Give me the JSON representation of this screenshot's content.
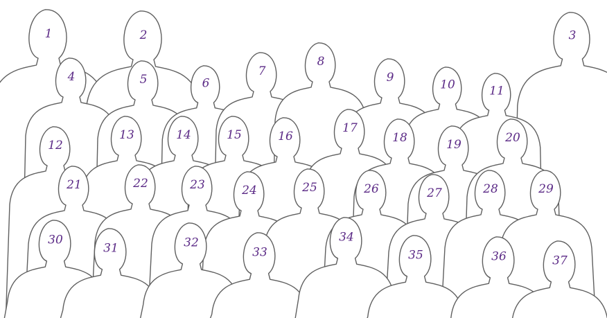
{
  "sketch": {
    "title": "",
    "ink_color": "#5b2a86",
    "line_color": "#5f5f5f",
    "figures": [
      {
        "label": "1",
        "row": "back"
      },
      {
        "label": "2",
        "row": "back"
      },
      {
        "label": "3",
        "row": "back"
      },
      {
        "label": "4",
        "row": "second"
      },
      {
        "label": "5",
        "row": "second"
      },
      {
        "label": "6",
        "row": "second"
      },
      {
        "label": "7",
        "row": "second"
      },
      {
        "label": "8",
        "row": "second"
      },
      {
        "label": "9",
        "row": "second"
      },
      {
        "label": "10",
        "row": "second"
      },
      {
        "label": "11",
        "row": "second"
      },
      {
        "label": "12",
        "row": "third"
      },
      {
        "label": "13",
        "row": "third"
      },
      {
        "label": "14",
        "row": "third"
      },
      {
        "label": "15",
        "row": "third"
      },
      {
        "label": "16",
        "row": "third"
      },
      {
        "label": "17",
        "row": "third"
      },
      {
        "label": "18",
        "row": "third"
      },
      {
        "label": "19",
        "row": "third"
      },
      {
        "label": "20",
        "row": "third"
      },
      {
        "label": "21",
        "row": "fourth"
      },
      {
        "label": "22",
        "row": "fourth"
      },
      {
        "label": "23",
        "row": "fourth"
      },
      {
        "label": "24",
        "row": "fourth"
      },
      {
        "label": "25",
        "row": "fourth"
      },
      {
        "label": "26",
        "row": "fourth"
      },
      {
        "label": "27",
        "row": "fourth"
      },
      {
        "label": "28",
        "row": "fourth"
      },
      {
        "label": "29",
        "row": "fourth"
      },
      {
        "label": "30",
        "row": "front"
      },
      {
        "label": "31",
        "row": "front"
      },
      {
        "label": "32",
        "row": "front"
      },
      {
        "label": "33",
        "row": "front"
      },
      {
        "label": "34",
        "row": "front"
      },
      {
        "label": "35",
        "row": "front"
      },
      {
        "label": "36",
        "row": "front"
      },
      {
        "label": "37",
        "row": "front"
      }
    ]
  }
}
